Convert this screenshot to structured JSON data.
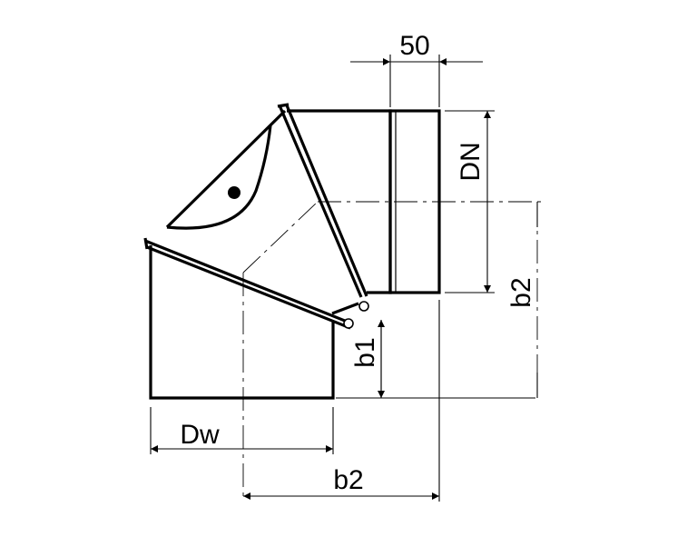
{
  "dimensions": {
    "width_offset": "50",
    "nominal_diameter": "DN",
    "bend_length_right": "b2",
    "bottom_segment_height": "b1",
    "outer_diameter": "Dw",
    "bend_length_bottom": "b2"
  },
  "colors": {
    "line": "#000000",
    "background": "#ffffff"
  }
}
